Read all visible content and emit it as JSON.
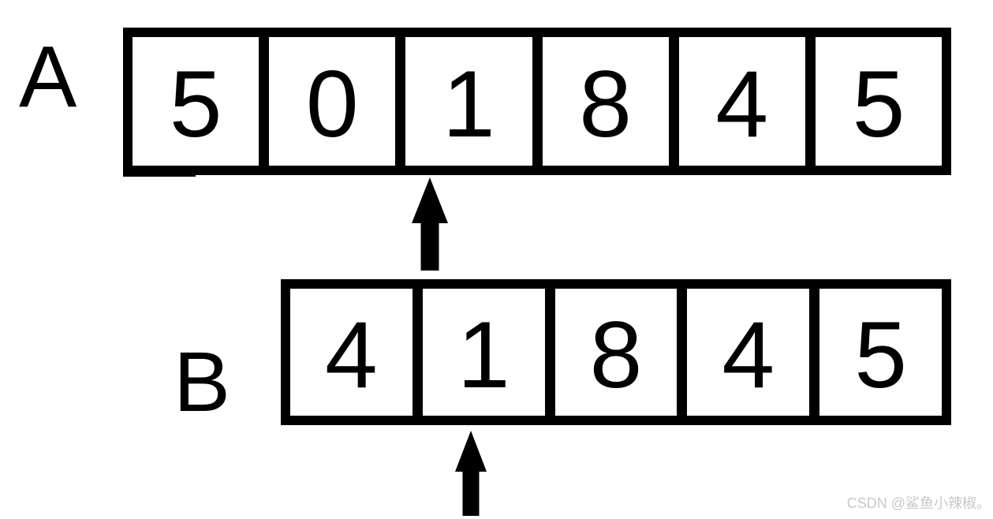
{
  "arrays": {
    "a": {
      "label": "A",
      "cells": [
        "5",
        "0",
        "1",
        "8",
        "4",
        "5"
      ],
      "pointer_index": 2
    },
    "b": {
      "label": "B",
      "cells": [
        "4",
        "1",
        "8",
        "4",
        "5"
      ],
      "pointer_index": 1
    }
  },
  "watermark": {
    "text": "CSDN @鲨鱼小辣椒。",
    "color": "#c8c8c8"
  },
  "colors": {
    "ink": "#000000",
    "background": "#ffffff"
  }
}
